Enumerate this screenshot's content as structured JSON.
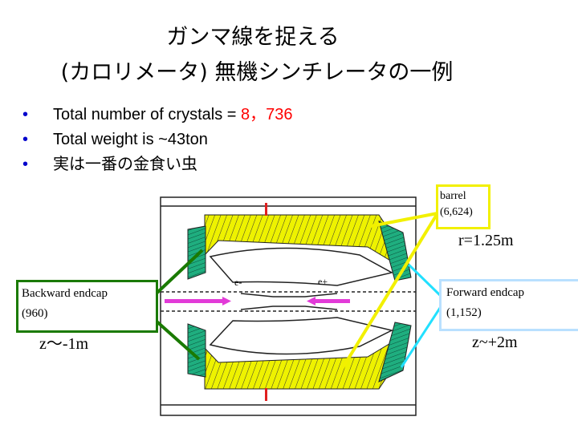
{
  "title": {
    "line1": "ガンマ線を捉える",
    "line2": "(カロリメータ) 無機シンチレータの一例"
  },
  "bullets": [
    {
      "prefix": "Total number of crystals = ",
      "value": "8，736"
    },
    {
      "prefix": "Total weight is ~43ton",
      "value": ""
    },
    {
      "prefix": "実は一番の金食い虫",
      "value": ""
    }
  ],
  "bullet_symbol": "•",
  "labels": {
    "barrel": {
      "name": "barrel",
      "count": "(6,624)"
    },
    "radius": "r=1.25m",
    "backward": {
      "name": "Backward endcap",
      "count": "(960)",
      "z": "z～-1m"
    },
    "forward": {
      "name": "Forward endcap",
      "count": "(1,152)",
      "z": "z~+2m"
    },
    "e_minus": "e-",
    "e_plus": "e+"
  },
  "colors": {
    "barrel_crystals": "#eef200",
    "endcap_crystals": "#1fae7f",
    "barrel_pointer": "#f2f000",
    "backward_pointer": "#1a7a00",
    "forward_pointer": "#22e0ff",
    "beam_arrows": "#e23bd8",
    "bullet_marker": "#0000cc",
    "bullet_value": "#ff0000"
  }
}
